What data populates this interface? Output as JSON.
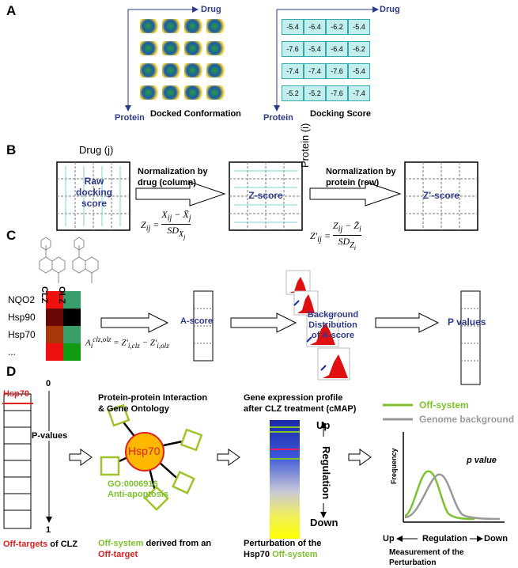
{
  "panel_a": {
    "label": "A",
    "drug_axis": "Drug",
    "protein_axis": "Protein",
    "left_title": "Docked Conformation",
    "right_title": "Docking Score",
    "scores": [
      [
        "-5.4",
        "-6.4",
        "-6.2",
        "-5.4"
      ],
      [
        "-7.6",
        "-5.4",
        "-6.4",
        "-6.2"
      ],
      [
        "-7.4",
        "-7.4",
        "-7.6",
        "-5.4"
      ],
      [
        "-5.2",
        "-5.2",
        "-7.6",
        "-7.4"
      ]
    ]
  },
  "panel_b": {
    "label": "B",
    "drug_j": "Drug (j)",
    "protein_i": "Protein (i)",
    "box1": "Raw docking score",
    "arrow1": "Normalization by drug (column)",
    "box2": "Z-score",
    "arrow2": "Normalization by protein (row)",
    "box3": "Z'-score"
  },
  "panel_c": {
    "label": "C",
    "col1": "CLZ",
    "col2": "OLZ",
    "rows": [
      "NQO2",
      "Hsp90",
      "Hsp70",
      "..."
    ],
    "ascore": "A-score",
    "background": "Background Distribution of A-score",
    "pvalues": "P values"
  },
  "panel_d": {
    "label": "D",
    "hsp70": "Hsp70",
    "zero": "0",
    "one": "1",
    "pvalues": "P-values",
    "offtargets": "Off-targets",
    "offtargets_rest": " of CLZ",
    "ppi_title": "Protein-protein Interaction & Gene Ontology",
    "node": "Hsp70",
    "go_id": "GO:0006916",
    "go_name": "Anti-apoptosis",
    "offsystem": "Off-system",
    "derived": " derived from an ",
    "offtarget": "Off-target",
    "expr_title": "Gene expression profile after CLZ treatment (cMAP)",
    "up": "Up",
    "down": "Down",
    "regulation": "Regulation",
    "perturb": "Perturbation of the Hsp70 ",
    "legend_off": "Off-system",
    "legend_genome": "Genome background",
    "p_value": "p value",
    "frequency": "Frequency",
    "axis_up": "Up",
    "axis_reg": "Regulation",
    "axis_down": "Down",
    "measure": "Measurement of the Perturbation",
    "colors": {
      "offsystem": "#7dc22e",
      "offtarget": "#e02020",
      "genome": "#999999",
      "node_fill": "#ffb800"
    }
  }
}
